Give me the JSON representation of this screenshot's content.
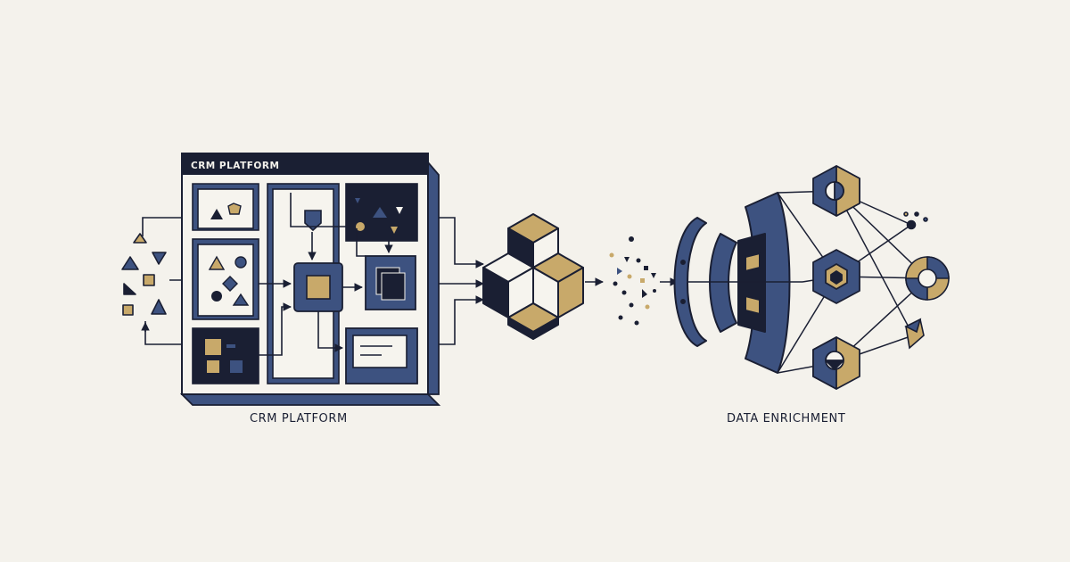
{
  "window_title": "CRM PLATFORM",
  "captions": {
    "left": "CRM PLATFORM",
    "right": "DATA ENRICHMENT"
  },
  "colors": {
    "background": "#f4f2ec",
    "navy": "#1a1f33",
    "slate": "#3d5280",
    "gold": "#c8a96a",
    "panel": "#f6f4ee"
  },
  "icons": {
    "cube": "isometric-cube-icon",
    "funnel": "enrichment-funnel-icon",
    "network": "hexagon-network-icon"
  }
}
